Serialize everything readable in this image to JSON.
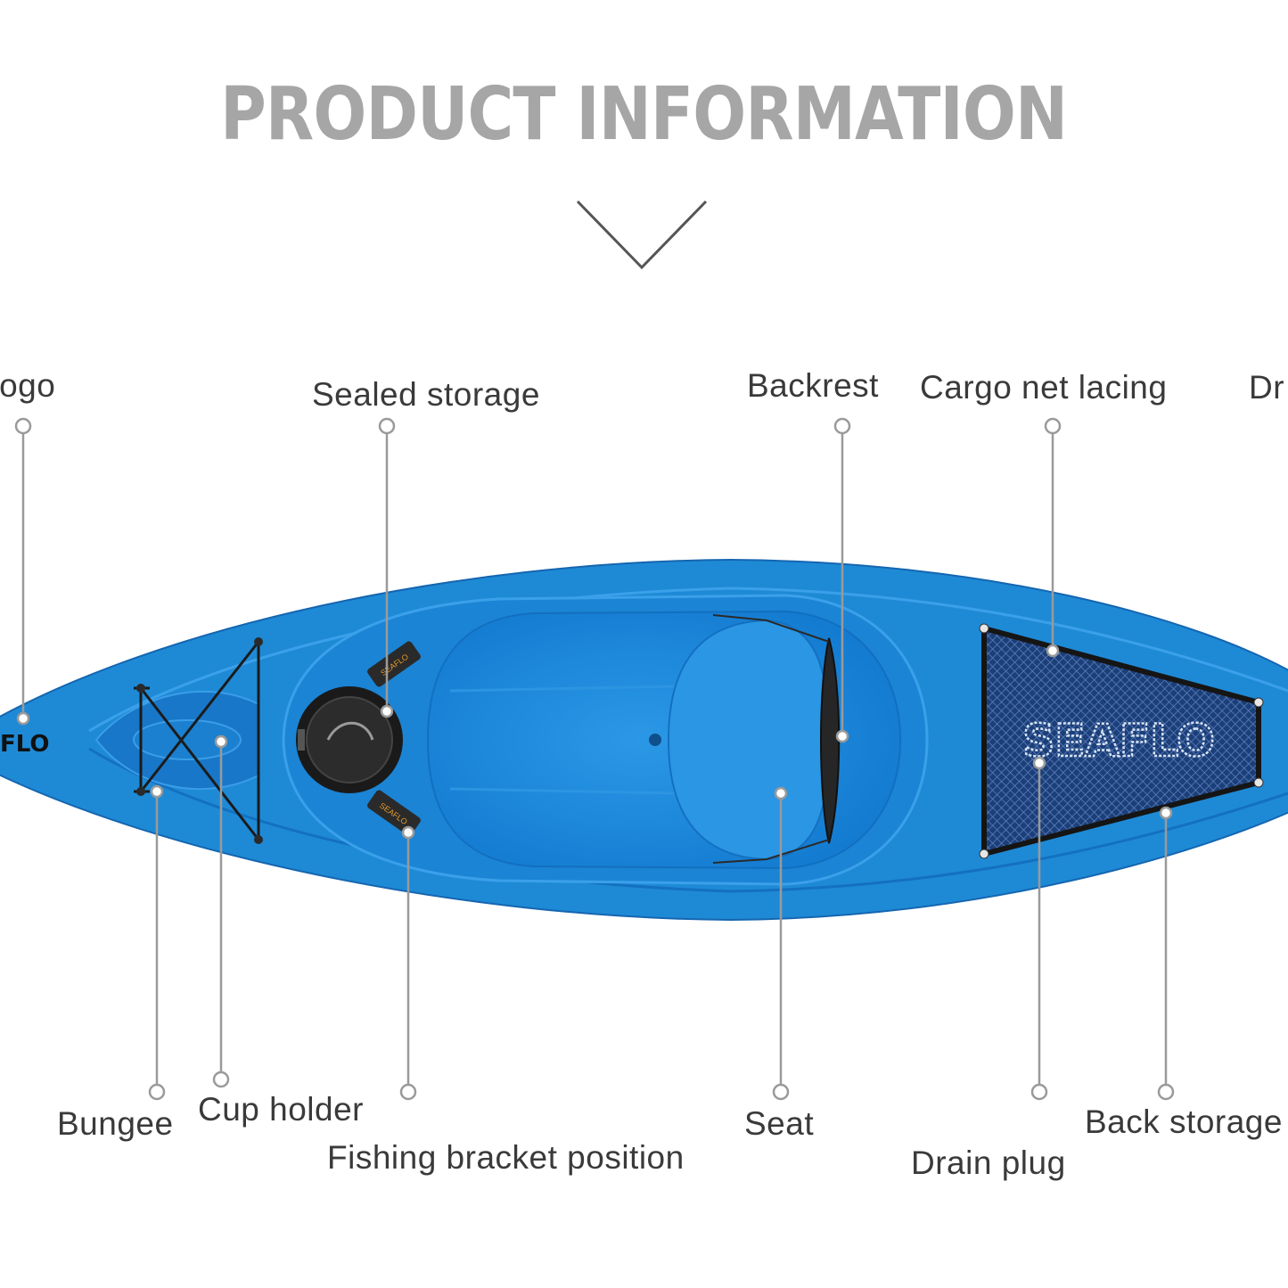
{
  "header": {
    "title": "PRODUCT INFORMATION"
  },
  "kayak": {
    "bow_logo": "FLO",
    "net_logo": "SEAFLO",
    "plate_text": "SEAFLO"
  },
  "labels": {
    "logo": "Logo",
    "sealed_storage": "Sealed storage",
    "backrest": "Backrest",
    "cargo_net_lacing": "Cargo net lacing",
    "drain_top": "Dr",
    "bungee": "Bungee",
    "cup_holder": "Cup holder",
    "fishing_bracket": "Fishing bracket position",
    "seat": "Seat",
    "drain_plug": "Drain plug",
    "back_storage": "Back storage"
  },
  "colors": {
    "hull": "#1e8ad6",
    "hull_dark": "#1673c2",
    "title": "#a6a6a6",
    "leader": "#9a9a9a",
    "label": "#3a3a3a"
  }
}
